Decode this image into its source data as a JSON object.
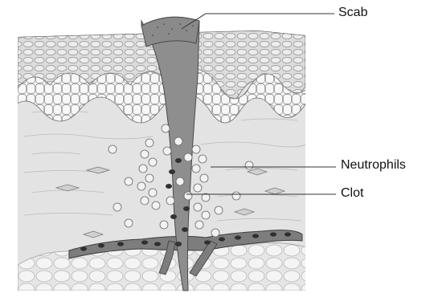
{
  "labels": {
    "scab": "Scab",
    "neutrophils": "Neutrophils",
    "clot": "Clot"
  },
  "colors": {
    "scab": "#8a8a8a",
    "clot": "#8e8e8e",
    "epidermis": "#d8d8d8",
    "dermis": "#e2e2e2",
    "vessel": "#7a7a7a",
    "vessel_dots": "#2e2e2e",
    "fat": "#ebebeb",
    "leader": "#333333"
  }
}
